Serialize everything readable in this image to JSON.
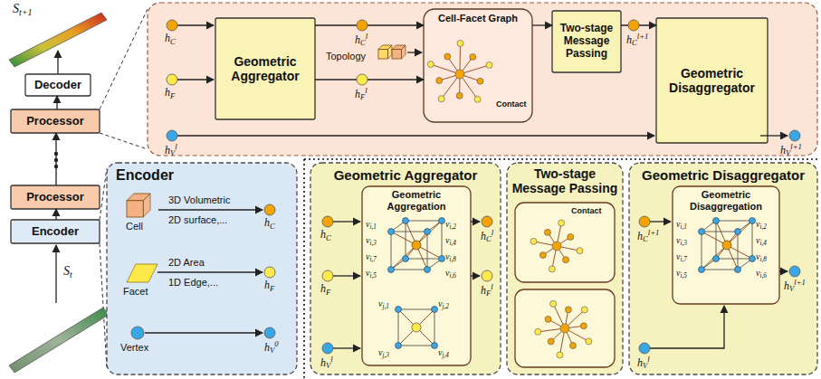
{
  "diagram": {
    "nodes": [
      {
        "text": [
          "Decoder"
        ]
      },
      {
        "text": [
          "Processor"
        ]
      },
      {
        "text": [
          "Processor"
        ]
      },
      {
        "text": [
          "Encoder"
        ]
      },
      {
        "text": [
          "Geometric Aggregator"
        ]
      },
      {
        "text": [
          "Cell-Facet Graph",
          "Contact"
        ]
      },
      {
        "text": [
          "Two-stage Message Passing"
        ]
      },
      {
        "text": [
          "Geometric Disaggregator"
        ]
      },
      {
        "text": [
          "Encoder"
        ]
      },
      {
        "text": [
          "Geometric Aggregator"
        ]
      },
      {
        "text": [
          "Geometric Aggregation"
        ],
        "in": 9
      },
      {
        "text": [
          "Two-stage Message Passing"
        ]
      },
      {
        "text": [
          "Contact"
        ],
        "in": 11
      },
      {
        "text": [
          "Geometric Disaggregator"
        ]
      },
      {
        "text": [
          "Geometric Disaggregation"
        ],
        "in": 13
      }
    ],
    "edges": [
      {
        "from": 3,
        "to": 2,
        "arrow": "to"
      },
      {
        "from": 2,
        "to": 1,
        "arrow": "to"
      },
      {
        "from": 1,
        "to": 0,
        "arrow": "to"
      },
      {
        "from": 4,
        "to": 5,
        "arrow": "to"
      },
      {
        "from": 4,
        "to": 5,
        "arrow": "to"
      },
      {
        "from": 5,
        "to": 6,
        "arrow": "to"
      },
      {
        "from": 6,
        "to": 7,
        "arrow": "to"
      }
    ],
    "labels": [
      "St+1",
      "St",
      "hC",
      "hF",
      "hVl",
      "hCl",
      "hFl",
      "Topology",
      "hCl+1",
      "hVl+1",
      "Cell",
      "3D Volumetric",
      "2D surface,...",
      "hC",
      "Facet",
      "2D Area",
      "1D Edge,...",
      "hF",
      "Vertex",
      "hV0",
      "hC",
      "hF",
      "hVl",
      "vi,1",
      "vi,2",
      "vi,3",
      "vi,4",
      "vi,7",
      "vi,8",
      "vi,5",
      "vi,6",
      "vj,1",
      "vj,2",
      "vj,3",
      "vj,4",
      "hCl",
      "hFl",
      "hCl+1",
      "hVl",
      "vi,1",
      "vi,2",
      "vi,3",
      "vi,4",
      "vi,7",
      "vi,8",
      "vi,5",
      "vi,6",
      "hVl+1"
    ]
  }
}
